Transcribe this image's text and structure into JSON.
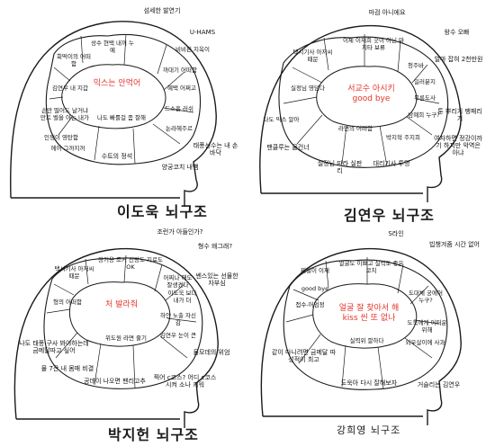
{
  "palette": {
    "ink": "#1a1a1a",
    "accent_red": "#e3352b",
    "paper": "#ffffff"
  },
  "panels": [
    {
      "title": "이도욱 뇌구조",
      "core": "믹스는 안먹어",
      "labels": [
        "섬세한 발연기",
        "U-HAMS",
        "성수 현택 내꺼 누예",
        "회떡이의 어떠함",
        "비비핀 지옥이",
        "까대기 어떠함",
        "혜택 어쩌고",
        "김연우 내 지갑",
        "손만 떨어도 날거냐 만트 벨을 아는 내가",
        "인쟁이 영탄함",
        "나도 빠를걸 좀 잘해",
        "수트의 정석",
        "에어 그까지꺼",
        "드소흡 러쉬",
        "논라헤주르",
        "태풍선수는 내 손바닥",
        "양궁코치 내뺌"
      ]
    },
    {
      "title": "김연우 뇌구조",
      "core": "서교수 아시키\ngood bye",
      "labels": [
        "마검 아니에요",
        "왕수 오빠",
        "이제 이재희 굿이 아닌 마치타 보류",
        "택시기사 아저씨 때문",
        "얼마 잡혀 2천만원",
        "청주바",
        "일러분지",
        "무릉도사",
        "실정님 영덤다",
        "남혜희 누구?",
        "툰 뿌리기 팽패리기",
        "나도 믹스 알아",
        "라면의 어떠함",
        "박지혁 주지희",
        "여자하면 정강이까기 하지만 악역은 아냐",
        "대리기사 투명",
        "실정님 따라 실판리",
        "팬클루는 물건너"
      ]
    },
    {
      "title": "박지헌 뇌구조",
      "core": "처 발라줘",
      "labels": [
        "조런가 아들인가?",
        "형수 왜그래?",
        "택시기사 아저씨 때문",
        "장기용 조커 신랑도 지료도 OK",
        "쎈스있는 선물한 자부심",
        "이도욱 보다 내가 더",
        "형의 어떠함",
        "어찌나 해도 잘생겼다",
        "하얀 노출 자신감",
        "나도 태풍 구사 봐야하는데 금메달따고 싶어",
        "위도원 라면 줄기",
        "김연우 눈이 큰",
        "물 7잔 내 몸매 비결",
        "물모데의 위엄",
        "공데이 나오면 팬리고추",
        "찍어 c코스? 어디 c코스 시켜 소나 키워"
      ]
    },
    {
      "title": "강희영 뇌구조",
      "core": "얼굴 잘 찾아서 해\nkiss 씬 또 없나",
      "labels": [
        "S라인",
        "빕챙겨줌 시간 없어",
        "얼굴도 이쁘고 실력도 좋은 코치",
        "찌질이 이재",
        "good bye",
        "도대체 궁에어 누구?",
        "접수-어엄정",
        "실력위 깔하다",
        "도욱에게 어떠운 위해",
        "같이 다니려면 금메달 따 성적이 최고",
        "외우살이에 사과",
        "도욱아 다시 잘해보자",
        "거슬리는 김연우"
      ]
    }
  ]
}
